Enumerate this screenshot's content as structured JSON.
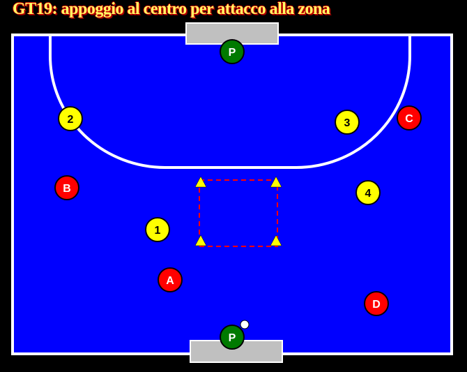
{
  "title": "GT19: appoggio al centro per attacco alla zona",
  "colors": {
    "court": "#0000ff",
    "lines": "#ffffff",
    "goal": "#c0c0c0",
    "goalkeeper": "#007a00",
    "attacker": "#ffff00",
    "defender": "#ff0000",
    "cone": "#ffff00",
    "zone_dash": "#ff0000",
    "ball": "#ffffff"
  },
  "goalkeepers": [
    {
      "label": "P",
      "role": "top-goalkeeper"
    },
    {
      "label": "P",
      "role": "bottom-goalkeeper"
    }
  ],
  "attackers": [
    {
      "label": "1"
    },
    {
      "label": "2"
    },
    {
      "label": "3"
    },
    {
      "label": "4"
    }
  ],
  "defenders": [
    {
      "label": "A"
    },
    {
      "label": "B"
    },
    {
      "label": "C"
    },
    {
      "label": "D"
    }
  ],
  "cones_count": 4,
  "ball": true
}
